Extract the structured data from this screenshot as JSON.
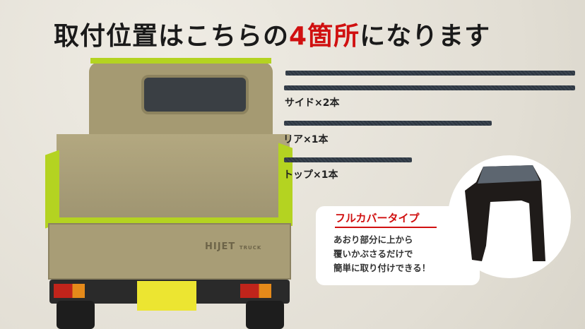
{
  "title": {
    "prefix": "取付位置はこちらの",
    "highlight": "4箇所",
    "suffix": "になります"
  },
  "parts": [
    {
      "label": "サイド×2本"
    },
    {
      "label": "リア×1本"
    },
    {
      "label": "トップ×1本"
    }
  ],
  "truck": {
    "logo": "HIJET",
    "logo_sub": "TRUCK"
  },
  "callout": {
    "heading": "フルカバータイプ",
    "lines": [
      "あおり部分に上から",
      "覆いかぶさるだけで",
      "簡単に取り付けできる！"
    ]
  },
  "colors": {
    "accent": "#d01010",
    "rail": "#b4d321",
    "part": "#2e3742"
  }
}
